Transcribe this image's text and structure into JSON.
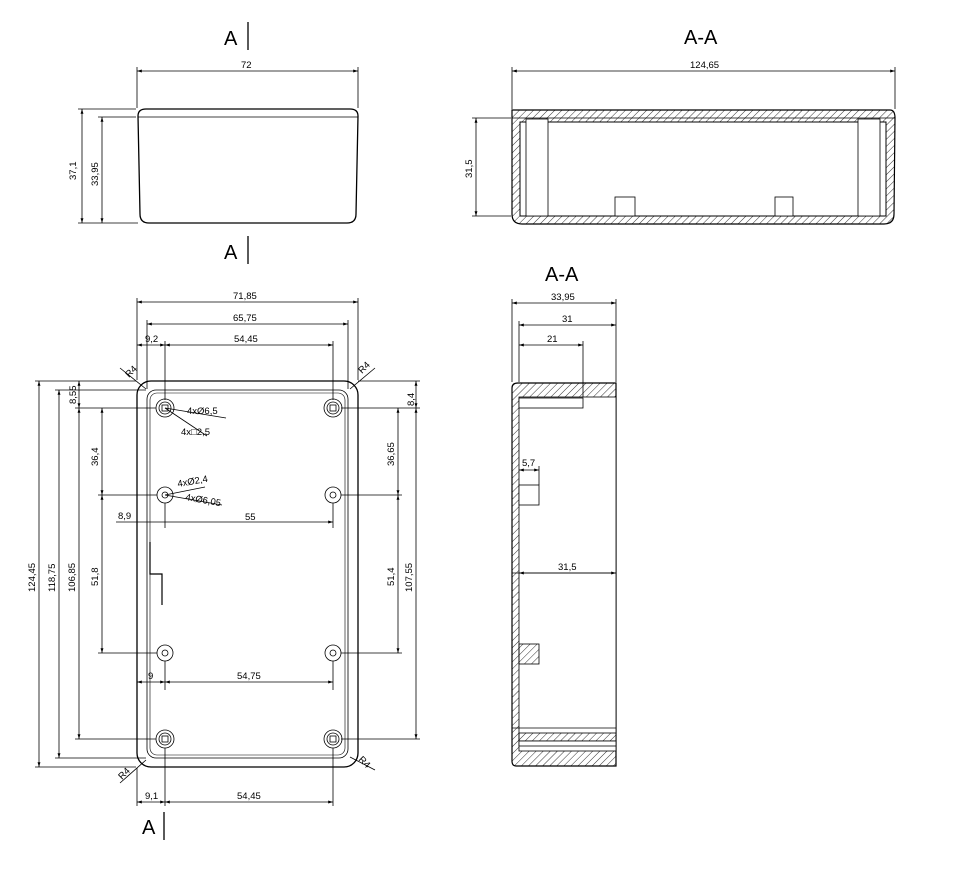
{
  "section_labels": {
    "top_left": "A",
    "bottom_left_top": "A",
    "bottom_bottom": "A",
    "side_section": "A-A",
    "end_section": "A-A"
  },
  "front_view": {
    "width": "72",
    "height_outer": "37,1",
    "height_inner": "33,95"
  },
  "side_section": {
    "length": "124,65",
    "height": "31,5"
  },
  "top_view": {
    "width_outer": "71,85",
    "width_inner": "65,75",
    "offset_top_left": "9,2",
    "hole_span_top": "54,45",
    "radius_tl": "R4",
    "radius_tr": "R4",
    "radius_bl": "R4",
    "radius_br": "R4",
    "edge_top_left": "8,55",
    "edge_top_right": "8,4",
    "hole_label_1": "4xØ6,5",
    "hole_label_2": "4x□2,5",
    "hole_label_3": "4xØ2,4",
    "hole_label_4": "4xØ6,05",
    "offset_mid_left": "8,9",
    "hole_span_mid": "55",
    "vert_left_36": "36,4",
    "vert_right_36": "36,65",
    "vert_left_51": "51,8",
    "vert_right_51": "51,4",
    "height_outer": "124,45",
    "height_inner": "118,75",
    "height_inner2": "106,85",
    "height_right": "107,55",
    "offset_low_left": "9",
    "hole_span_low": "54,75",
    "offset_bottom_left": "9,1",
    "hole_span_bottom": "54,45"
  },
  "end_section": {
    "width_outer": "33,95",
    "width_31": "31",
    "width_21": "21",
    "boss_height": "5,7",
    "mid_width": "31,5"
  }
}
